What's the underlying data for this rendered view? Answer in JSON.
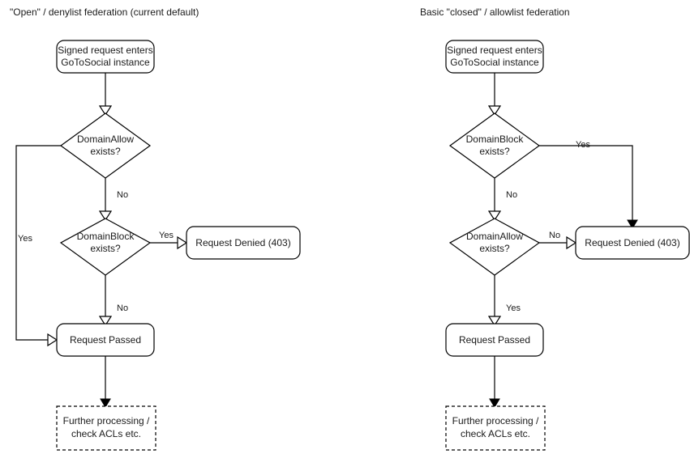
{
  "panels": [
    {
      "id": "open-denylist",
      "title": "\"Open\" / denylist federation (current default)",
      "nodes": {
        "entry": {
          "line1": "Signed request enters",
          "line2": "GoToSocial instance"
        },
        "decision1": {
          "line1": "DomainAllow",
          "line2": "exists?"
        },
        "decision2": {
          "line1": "DomainBlock",
          "line2": "exists?"
        },
        "denied": {
          "label": "Request Denied (403)"
        },
        "passed": {
          "label": "Request Passed"
        },
        "further": {
          "line1": "Further processing /",
          "line2": "check ACLs etc."
        }
      },
      "edge_labels": {
        "allow_yes": "Yes",
        "allow_no": "No",
        "block_yes": "Yes",
        "block_no": "No"
      }
    },
    {
      "id": "closed-allowlist",
      "title": "Basic \"closed\" / allowlist federation",
      "nodes": {
        "entry": {
          "line1": "Signed request enters",
          "line2": "GoToSocial instance"
        },
        "decision1": {
          "line1": "DomainBlock",
          "line2": "exists?"
        },
        "decision2": {
          "line1": "DomainAllow",
          "line2": "exists?"
        },
        "denied": {
          "label": "Request Denied (403)"
        },
        "passed": {
          "label": "Request Passed"
        },
        "further": {
          "line1": "Further processing /",
          "line2": "check ACLs etc."
        }
      },
      "edge_labels": {
        "block_yes": "Yes",
        "block_no": "No",
        "allow_no": "No",
        "allow_yes": "Yes"
      }
    }
  ],
  "colors": {
    "background": "#ffffff",
    "stroke": "#000000",
    "text": "#1a1a1a"
  }
}
